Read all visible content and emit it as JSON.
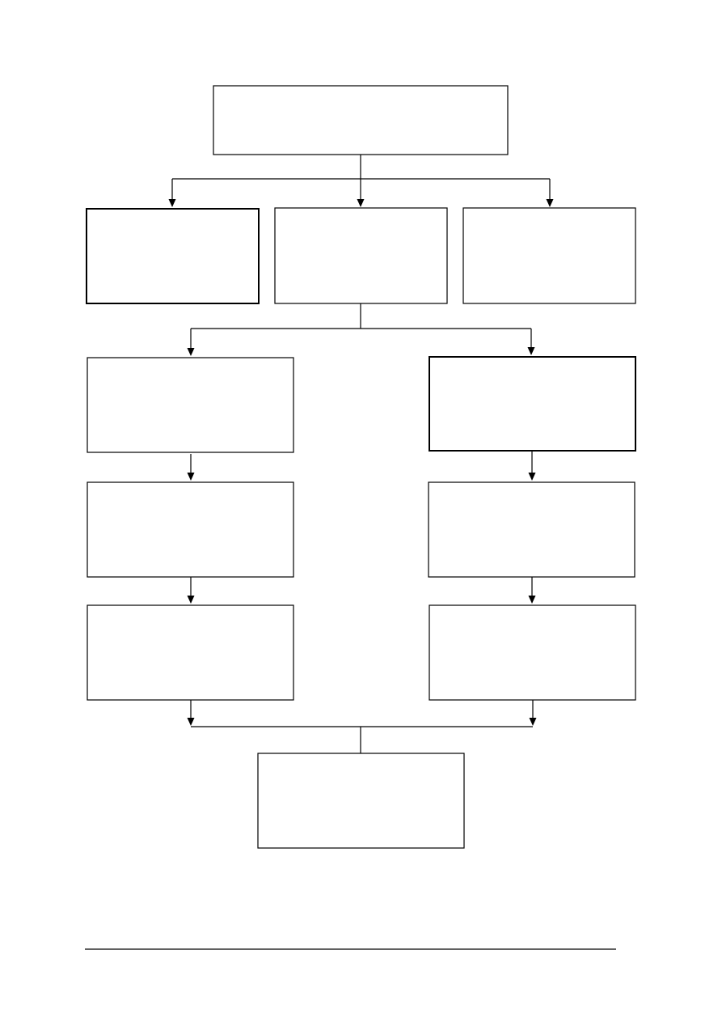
{
  "diagram": {
    "type": "flowchart",
    "nodes": [
      {
        "id": "top",
        "label": ""
      },
      {
        "id": "level2-left",
        "label": ""
      },
      {
        "id": "level2-center",
        "label": ""
      },
      {
        "id": "level2-right",
        "label": ""
      },
      {
        "id": "left-step-1",
        "label": ""
      },
      {
        "id": "left-step-2",
        "label": ""
      },
      {
        "id": "left-step-3",
        "label": ""
      },
      {
        "id": "right-step-1",
        "label": ""
      },
      {
        "id": "right-step-2",
        "label": ""
      },
      {
        "id": "right-step-3",
        "label": ""
      },
      {
        "id": "bottom",
        "label": ""
      }
    ],
    "edges": [
      {
        "from": "top",
        "to": "level2-left"
      },
      {
        "from": "top",
        "to": "level2-center"
      },
      {
        "from": "top",
        "to": "level2-right"
      },
      {
        "from": "level2-center",
        "to": "left-step-1"
      },
      {
        "from": "level2-center",
        "to": "right-step-1"
      },
      {
        "from": "left-step-1",
        "to": "left-step-2"
      },
      {
        "from": "left-step-2",
        "to": "left-step-3"
      },
      {
        "from": "right-step-1",
        "to": "right-step-2"
      },
      {
        "from": "right-step-2",
        "to": "right-step-3"
      },
      {
        "from": "left-step-3",
        "to": "bottom"
      },
      {
        "from": "right-step-3",
        "to": "bottom"
      }
    ]
  }
}
